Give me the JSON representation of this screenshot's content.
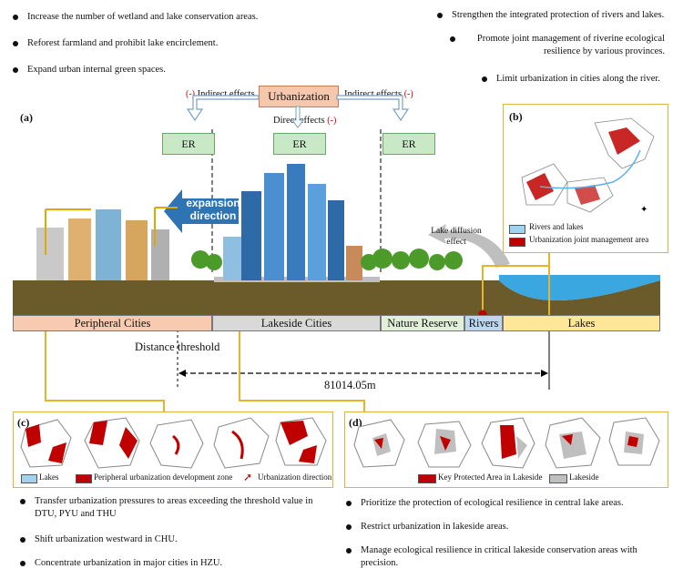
{
  "top_left_bullets": [
    "Increase the number of wetland and lake conservation areas.",
    "Reforest farmland and prohibit lake encirclement.",
    "Expand urban internal green spaces."
  ],
  "top_right_bullets": [
    "Strengthen the integrated protection of rivers and lakes.",
    "Promote joint management of riverine ecological resilience by various provinces.",
    "Limit urbanization in cities along the river."
  ],
  "center": {
    "urbanization": "Urbanization",
    "indirect_left_sign": "(-)",
    "indirect_left": "Indirect effects",
    "indirect_right": "Indirect effects",
    "indirect_right_sign": "(-)",
    "direct": "Direct effects",
    "direct_sign": "(-)",
    "er": "ER",
    "expansion": "expansion direction",
    "lake_diffusion": "Lake diffusion effect"
  },
  "panel_a_label": "(a)",
  "zones": [
    "Peripheral Cities",
    "Lakeside Cities",
    "Nature Reserve",
    "Rivers",
    "Lakes"
  ],
  "distance_threshold_label": "Distance threshold",
  "distance_value": "81014.05m",
  "panel_b": {
    "label": "(b)",
    "legend": [
      "Rivers and lakes",
      "Urbanization joint management area"
    ]
  },
  "panel_c": {
    "label": "(c)",
    "legend": [
      "Lakes",
      "Peripheral urbanization development zone",
      "Urbanization direction"
    ],
    "bullets": [
      "Transfer urbanization pressures to areas exceeding the threshold value in DTU, PYU and THU",
      "Shift urbanization westward in CHU.",
      "Concentrate urbanization in major cities in HZU."
    ]
  },
  "panel_d": {
    "label": "(d)",
    "legend": [
      "Key Protected Area in Lakeside",
      "Lakeside"
    ],
    "bullets": [
      "Prioritize the protection of ecological resilience in central lake areas.",
      "Restrict urbanization in lakeside areas.",
      "Manage ecological resilience in critical lakeside conservation areas with precision."
    ]
  },
  "colors": {
    "urbanization_box": "#f6c7ad",
    "er_box": "#c9e8c6",
    "peripheral": "#f8cbb0",
    "lakeside": "#d9d9d9",
    "nature": "#e2f0d9",
    "rivers": "#bdd7ee",
    "lakes": "#ffe699",
    "soil": "#6b5a2a",
    "water": "#3aa7e0",
    "accent_red": "#c00000",
    "connector": "#e6b32d"
  }
}
